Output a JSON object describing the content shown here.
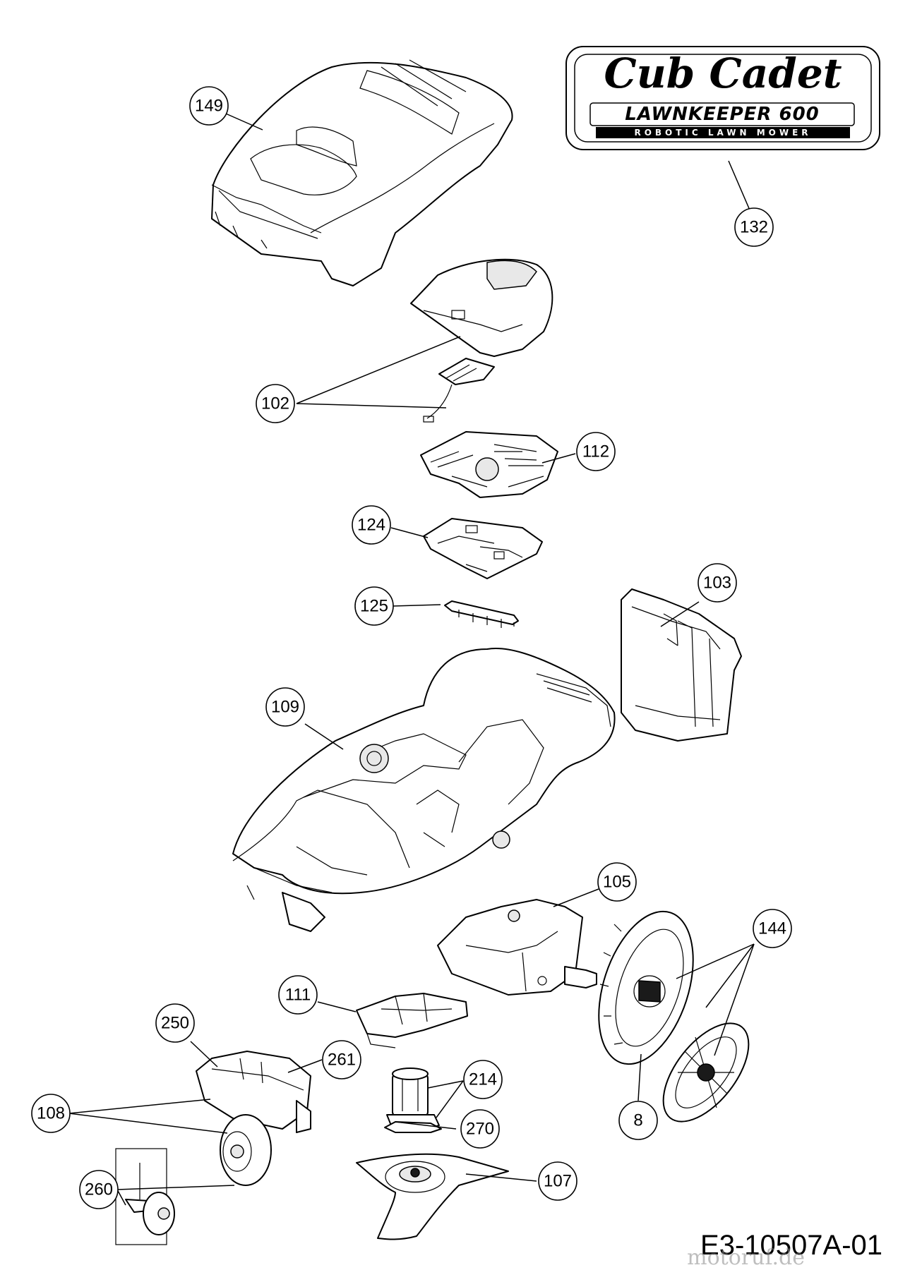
{
  "logo": {
    "brand": "Cub Cadet",
    "model": "LAWNKEEPER 600",
    "subtitle": "ROBOTIC LAWN MOWER"
  },
  "drawing_number": "E3-10507A-01",
  "watermark": "motoruf.de",
  "callouts": [
    {
      "id": "149",
      "label": "149"
    },
    {
      "id": "132",
      "label": "132"
    },
    {
      "id": "102",
      "label": "102"
    },
    {
      "id": "112",
      "label": "112"
    },
    {
      "id": "124",
      "label": "124"
    },
    {
      "id": "125",
      "label": "125"
    },
    {
      "id": "103",
      "label": "103"
    },
    {
      "id": "109",
      "label": "109"
    },
    {
      "id": "105",
      "label": "105"
    },
    {
      "id": "144",
      "label": "144"
    },
    {
      "id": "111",
      "label": "111"
    },
    {
      "id": "250",
      "label": "250"
    },
    {
      "id": "261",
      "label": "261"
    },
    {
      "id": "214",
      "label": "214"
    },
    {
      "id": "108",
      "label": "108"
    },
    {
      "id": "270",
      "label": "270"
    },
    {
      "id": "8",
      "label": "8"
    },
    {
      "id": "107",
      "label": "107"
    },
    {
      "id": "260",
      "label": "260"
    }
  ]
}
